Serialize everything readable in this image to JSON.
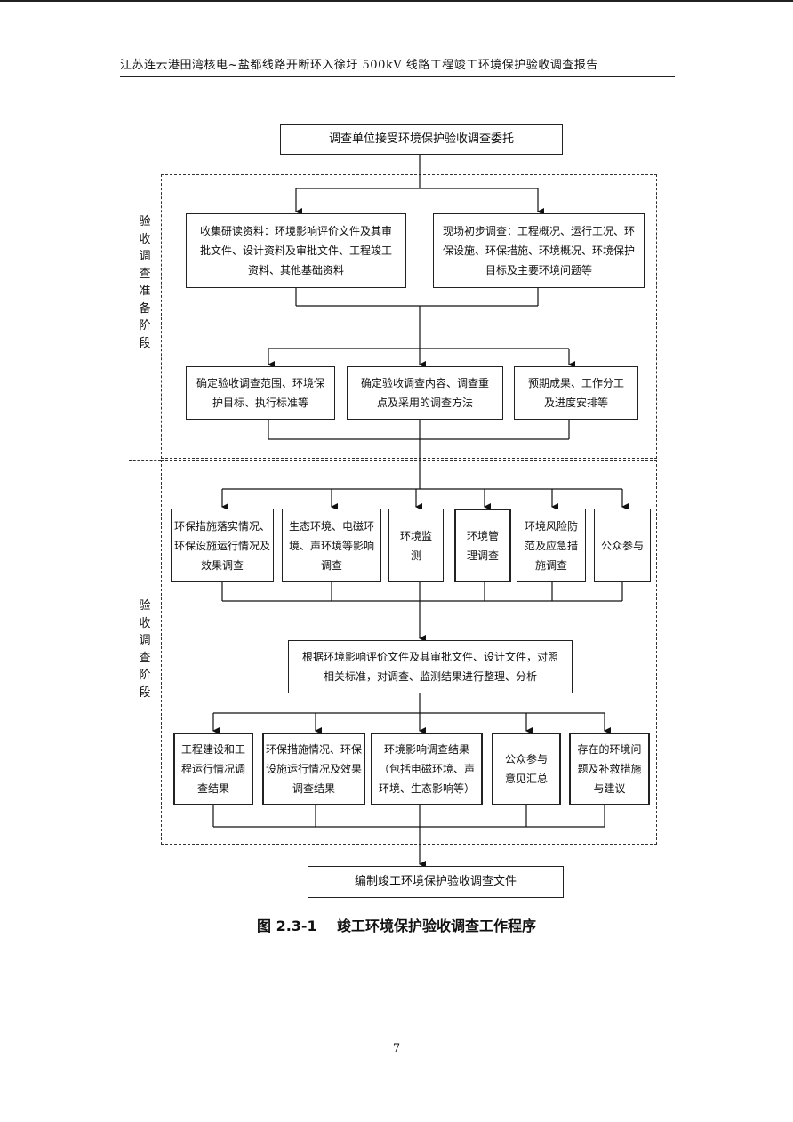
{
  "header": {
    "title": "江苏连云港田湾核电~盐都线路开断环入徐圩  500kV  线路工程竣工环境保护验收调查报告"
  },
  "stages": {
    "prep": "验收调查准备阶段",
    "survey": "验收调查阶段"
  },
  "flow": {
    "start": "调查单位接受环境保护验收调查委托",
    "collect": "收集研读资料：环境影响评价文件及其审批文件、设计资料及审批文件、工程竣工资料、其他基础资料",
    "site": "现场初步调查：工程概况、运行工况、环保设施、环保措施、环境概况、环境保护目标及主要环境问题等",
    "scope": "确定验收调查范围、环境保护目标、执行标准等",
    "content": "确定验收调查内容、调查重点及采用的调查方法",
    "plan": "预期成果、工作分工及进度安排等",
    "tasks": [
      "环保措施落实情况、环保设施运行情况及效果调查",
      "生态环境、电磁环境、声环境等影响调查",
      "环境监测",
      "环境管理调查",
      "环境风险防范及应急措施调查",
      "公众参与"
    ],
    "analysis": "根据环境影响评价文件及其审批文件、设计文件，对照相关标准，对调查、监测结果进行整理、分析",
    "results": [
      "工程建设和工程运行情况调查结果",
      "环保措施情况、环保设施运行情况及效果调查结果",
      "环境影响调查结果（包括电磁环境、声环境、生态影响等）",
      "公众参与意见汇总",
      "存在的环境问题及补救措施与建议"
    ],
    "end": "编制竣工环境保护验收调查文件"
  },
  "caption": "图 2.3-1    竣工环境保护验收调查工作程序",
  "page_number": "7"
}
